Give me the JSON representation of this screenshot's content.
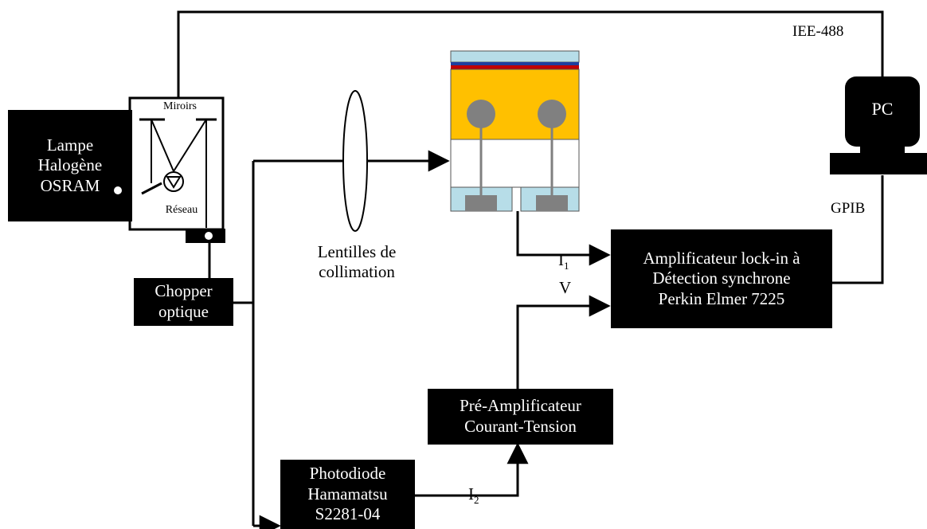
{
  "blocks": {
    "lamp": "Lampe\nHalogène\nOSRAM",
    "chopper": "Chopper\noptique",
    "photodiode": "Photodiode\nHamamatsu\nS2281-04",
    "preamp": "Pré-Amplificateur\nCourant-Tension",
    "lockin": "Amplificateur lock-in à\nDétection synchrone\nPerkin Elmer 7225",
    "pc": "PC"
  },
  "labels": {
    "mirrors": "Miroirs",
    "grating": "Réseau",
    "lens": "Lentilles de\ncollimation",
    "bus_top": "IEE-488",
    "bus_gpib": "GPIB",
    "signal_i": "I",
    "signal_i1_sub": "1",
    "signal_i2_sub": "2",
    "signal_v": "V"
  },
  "colors": {
    "device_substrate": "#ffc000",
    "device_top_layer": "#c00000",
    "device_stripe": "#1f3f9f",
    "device_cap": "#b7dde8",
    "contact_gray": "#808080"
  }
}
